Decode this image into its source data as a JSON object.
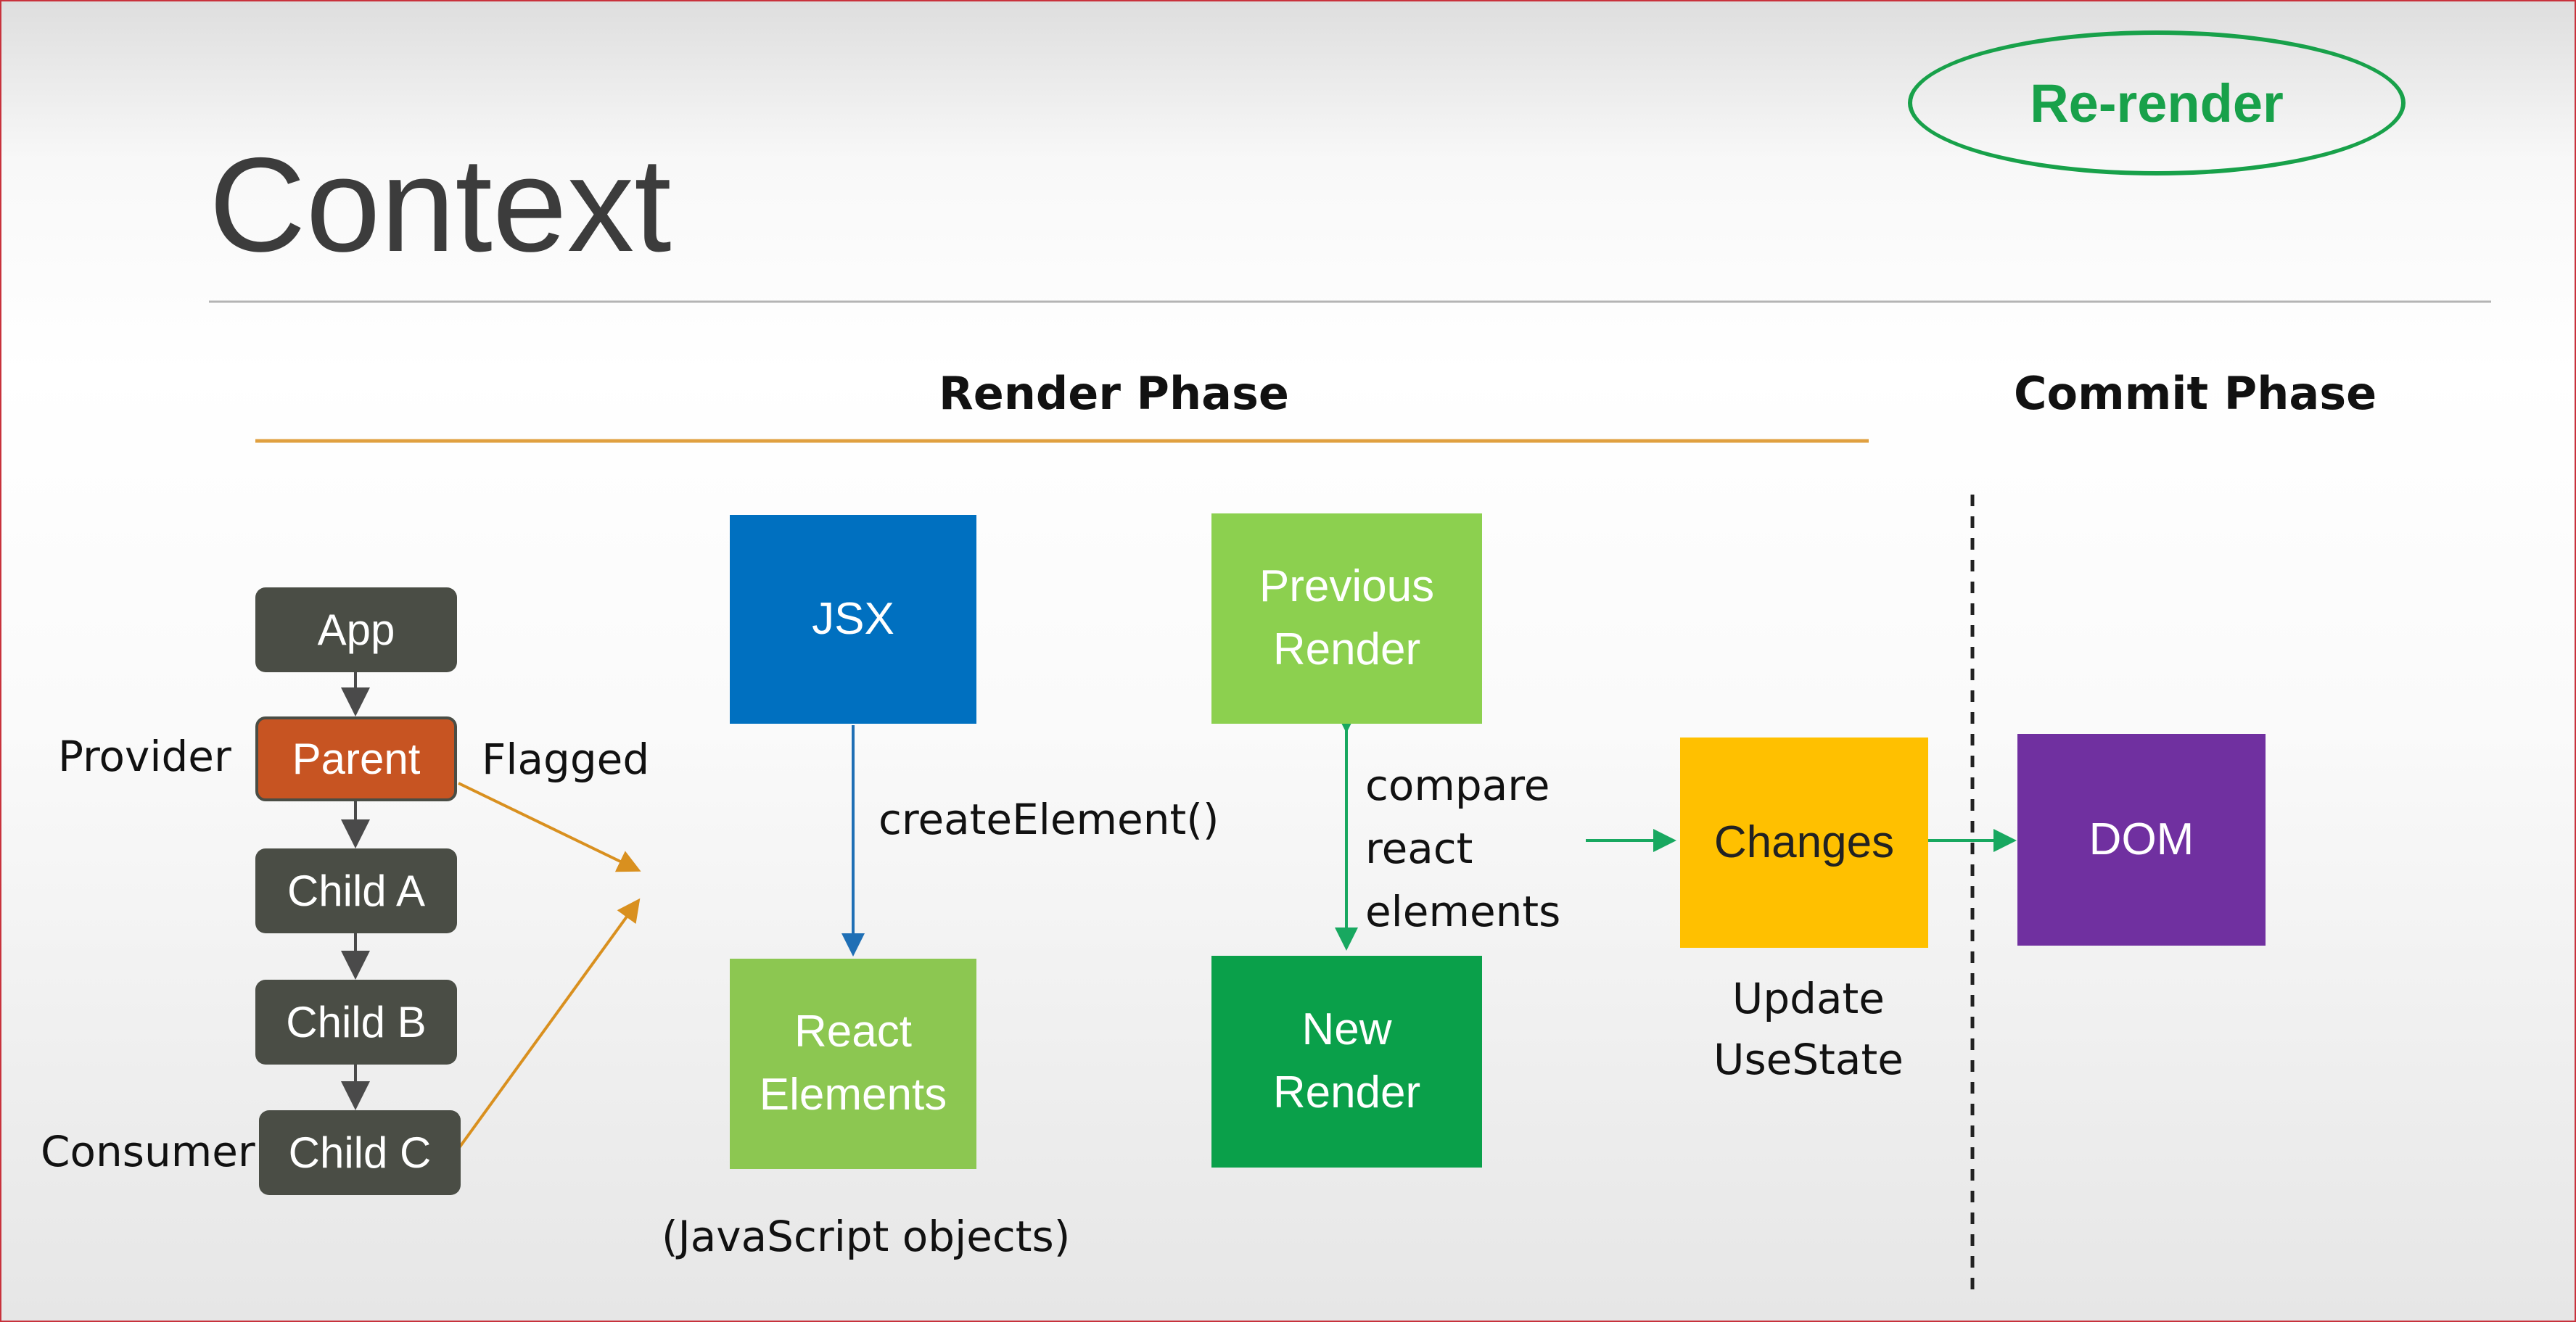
{
  "title": "Context",
  "badge": "Re-render",
  "phases": {
    "render": "Render Phase",
    "commit": "Commit Phase"
  },
  "component_tree": {
    "nodes": [
      "App",
      "Parent",
      "Child A",
      "Child B",
      "Child C"
    ],
    "provider_label": "Provider",
    "flagged_label": "Flagged",
    "consumer_label": "Consumer"
  },
  "flow": {
    "jsx": "JSX",
    "create_element": "createElement()",
    "react_elements": "React\nElements",
    "js_objects": "(JavaScript objects)",
    "previous_render": "Previous\nRender",
    "compare": "compare\nreact\nelements",
    "new_render": "New\nRender",
    "changes": "Changes",
    "update_usestate": "Update\nUseState",
    "dom": "DOM"
  },
  "colors": {
    "tree_node": "#4a4d45",
    "parent_node": "#c75422",
    "jsx_box": "#0070c0",
    "react_elements_box": "#8cc751",
    "previous_render_box": "#8cd04f",
    "new_render_box": "#0aa04a",
    "changes_box": "#ffc000",
    "dom_box": "#7030a0",
    "phase_line": "#e0a040",
    "flag_arrow": "#d9901f",
    "green_arrow": "#18a860",
    "blue_arrow": "#1f6fb5"
  }
}
